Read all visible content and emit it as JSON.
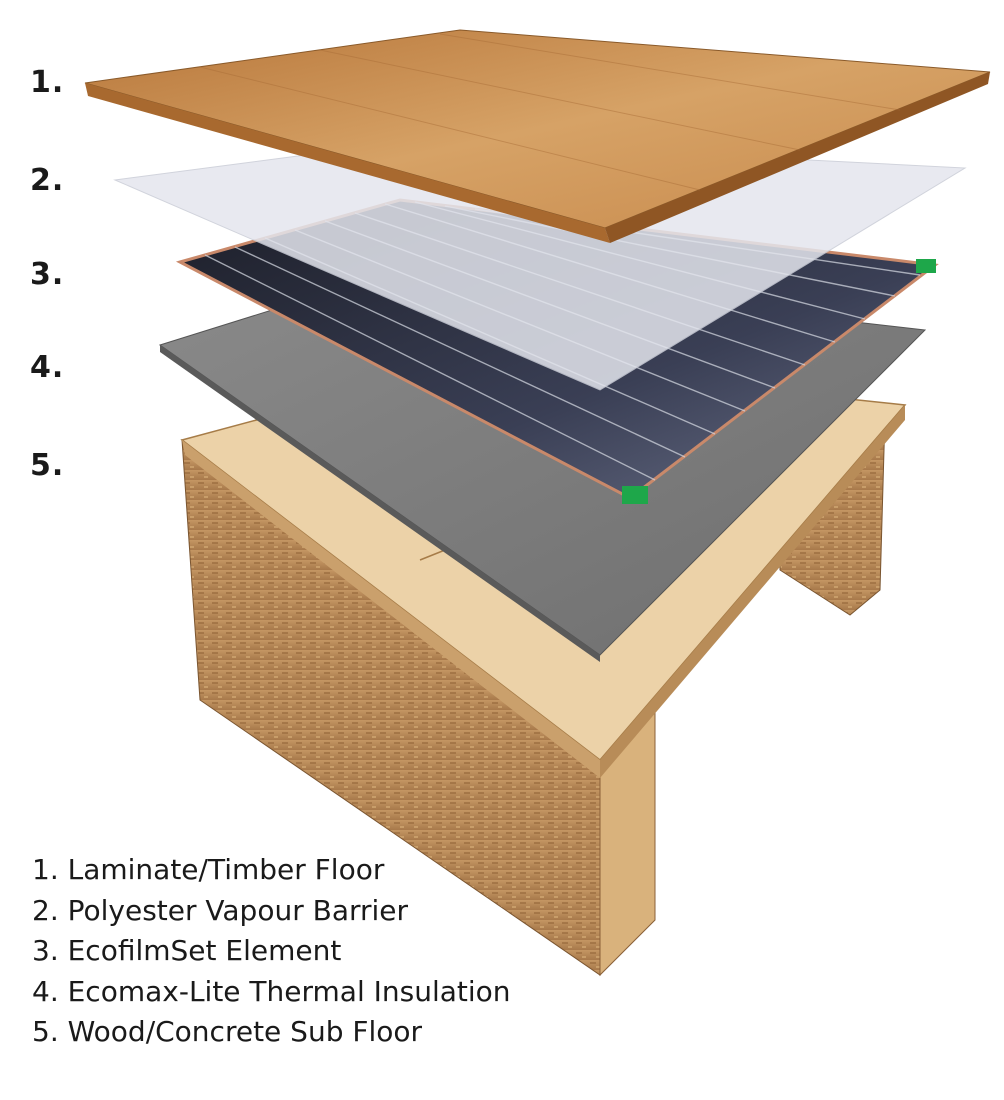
{
  "layer_numbers": [
    "1.",
    "2.",
    "3.",
    "4.",
    "5."
  ],
  "legend": [
    "1. Laminate/Timber Floor",
    "2. Polyester Vapour Barrier",
    "3. EcofilmSet Element",
    "4. Ecomax-Lite Thermal Insulation",
    "5. Wood/Concrete Sub Floor"
  ],
  "colors": {
    "timber": "#c98a4a",
    "vapour_barrier": "#e4e6ee",
    "film_element": "#2b2e3d",
    "film_strip": "#cfd3dc",
    "connector": "#1ea74a",
    "insulation": "#7d7d7d",
    "subfloor_top": "#e8c89a",
    "osb": "#b88a58"
  }
}
